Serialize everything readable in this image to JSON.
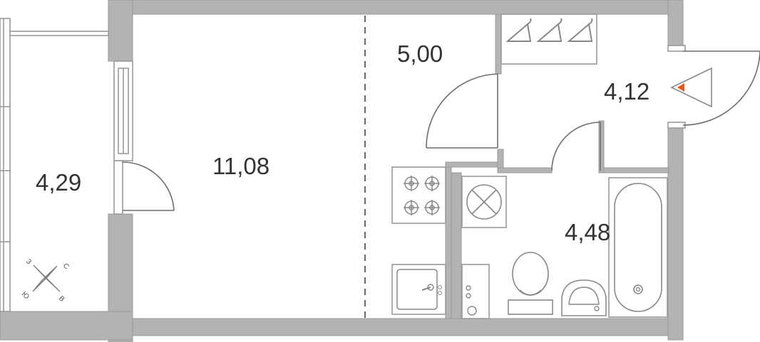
{
  "rooms": [
    {
      "id": "balcony",
      "area": "4,29"
    },
    {
      "id": "living-room",
      "area": "11,08"
    },
    {
      "id": "kitchen-zone",
      "area": "5,00"
    },
    {
      "id": "hallway",
      "area": "4,12"
    },
    {
      "id": "bathroom",
      "area": "4,48"
    }
  ],
  "compass": {
    "north": "С",
    "east": "В",
    "south": "Ю",
    "west": "З"
  },
  "colors": {
    "wall": "#b3b3b3",
    "entrance_marker": "#e8541a"
  }
}
